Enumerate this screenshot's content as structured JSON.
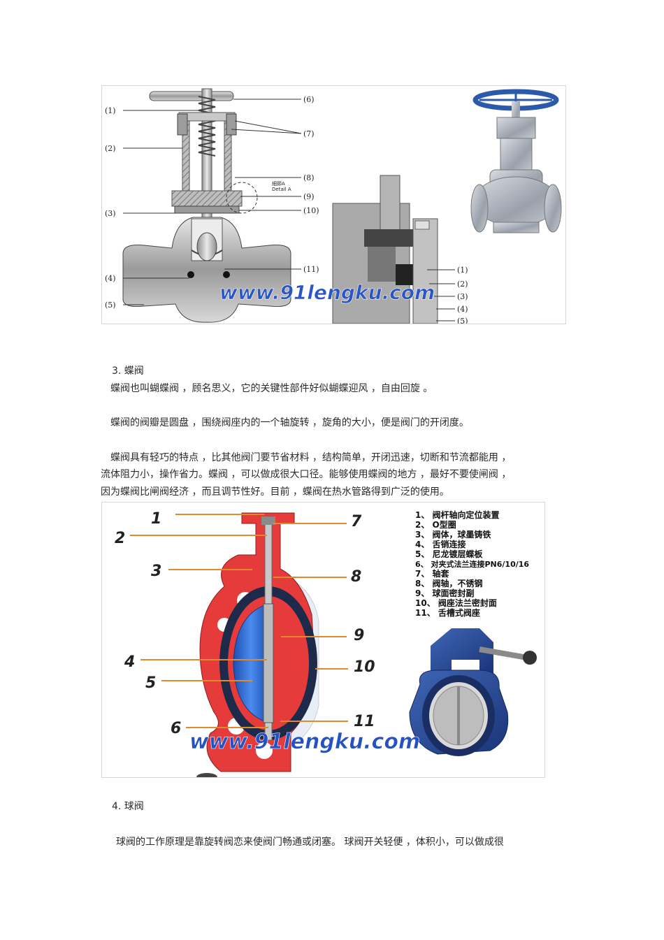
{
  "figure1": {
    "callouts_left": [
      "(1)",
      "(2)",
      "(3)",
      "(4)",
      "(5)"
    ],
    "callouts_right": [
      "(6)",
      "(7)",
      "(8)",
      "(9)",
      "(10)",
      "(11)"
    ],
    "detail_label_cn": "細節A",
    "detail_label_en": "Detail A",
    "detail_callouts": [
      "(1)",
      "(2)",
      "(3)",
      "(4)",
      "(5)"
    ],
    "watermark": "www.91lengku.com"
  },
  "section3": {
    "heading": "3.  蝶阀",
    "p1": "蝶阀也叫蝴蝶阀  ，顾名思义，它的关键性部件好似蝴蝶迎风      ，自由回旋    。",
    "p2": "蝶阀的阀瓣是圆盘    ，围绕阀座内的一个轴旋转      ，旋角的大小，便是阀门的开闭度。",
    "p3a": "蝶阀具有轻巧的特点        ，比其他阀门要节省材料      ，结构简单，开闭迅速，切断和节流都能用      ，",
    "p3b": "流体阻力小，操作省力。蝶阀    ，可以做成很大口径。能够使用蝶阀的地方        ，最好不要使闸阀    ，",
    "p3c": "因为蝶阀比闸阀经济    ，而且调节性好。目前      ，蝶阀在热水管路得到广泛的使用。"
  },
  "figure2": {
    "numbers": [
      "1",
      "2",
      "3",
      "4",
      "5",
      "6",
      "7",
      "8",
      "9",
      "10",
      "11"
    ],
    "legend": [
      "1、 阀杆轴向定位装置",
      "2、 O型圈",
      "3、 阀体，球墨铸铁",
      "4、 舌销连接",
      "5、 尼龙镀层蝶板",
      "6、 对夹式法兰连接PN6/10/16",
      "7、 轴套",
      "8、 阀轴，不锈钢",
      "9、 球面密封副",
      "10、 阀座法兰密封面",
      "11、 舌槽式阀座"
    ],
    "watermark": "www.91lengku.com"
  },
  "section4": {
    "heading": "4.  球阀",
    "p1": "球阀的工作原理是靠旋转阀恋来使阀门畅通或闭塞。          球阀开关轻便  ，体积小，可以做成很"
  },
  "colors": {
    "valve_body_red": "#e53b3b",
    "disc_blue": "#2b6fd6",
    "cast_gray": "#b9b9b9",
    "handwheel_blue": "#2d5aa8"
  }
}
